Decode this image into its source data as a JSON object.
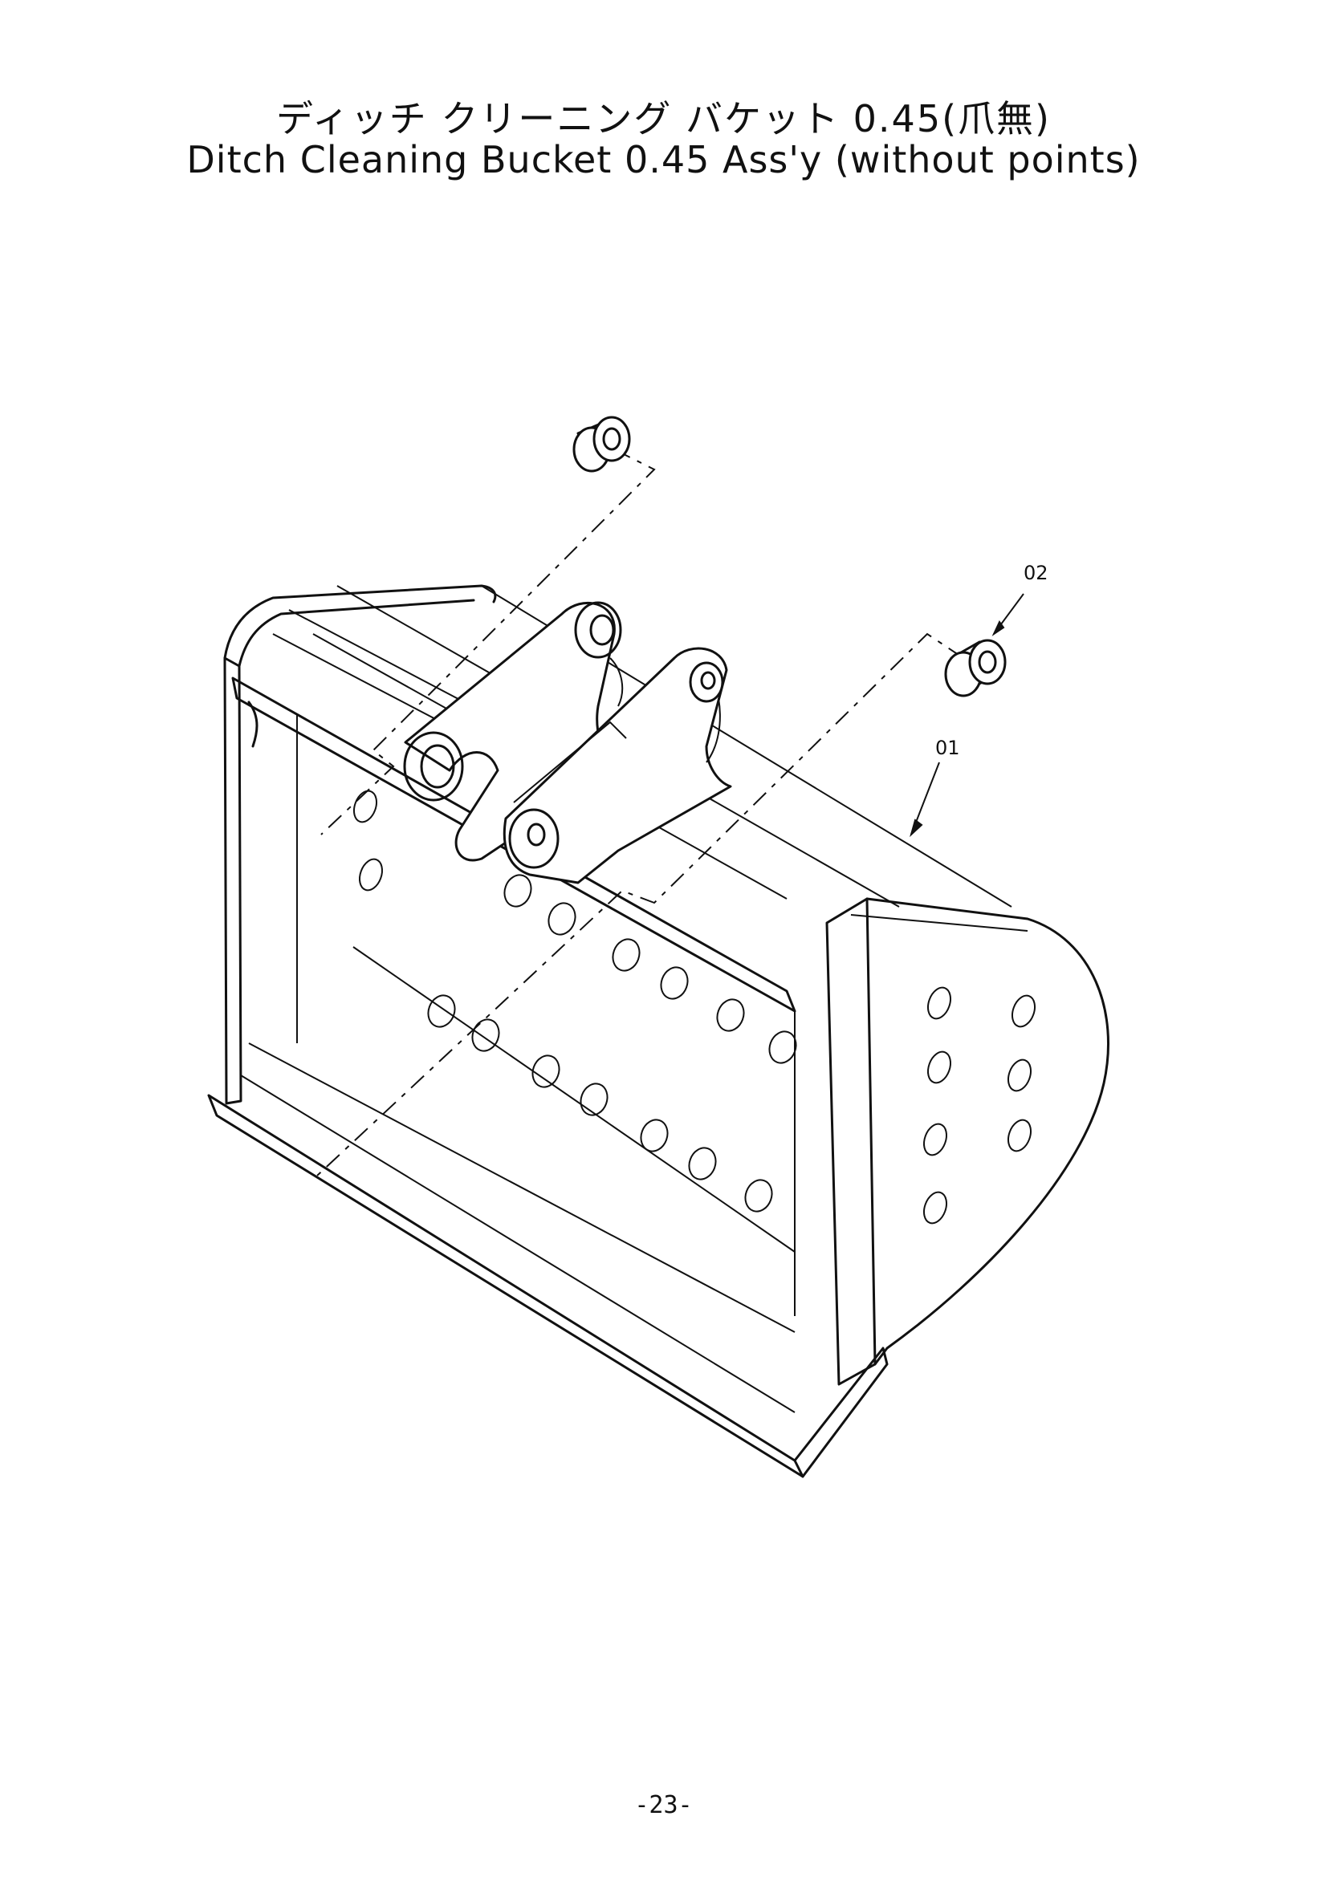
{
  "header": {
    "title_jp": "ディッチ クリーニング バケット 0.45(爪無)",
    "title_en": "Ditch Cleaning Bucket 0.45 Ass'y (without points)"
  },
  "callouts": {
    "part_01": "01",
    "part_02": "02"
  },
  "footer": {
    "page_number": "-23-"
  }
}
